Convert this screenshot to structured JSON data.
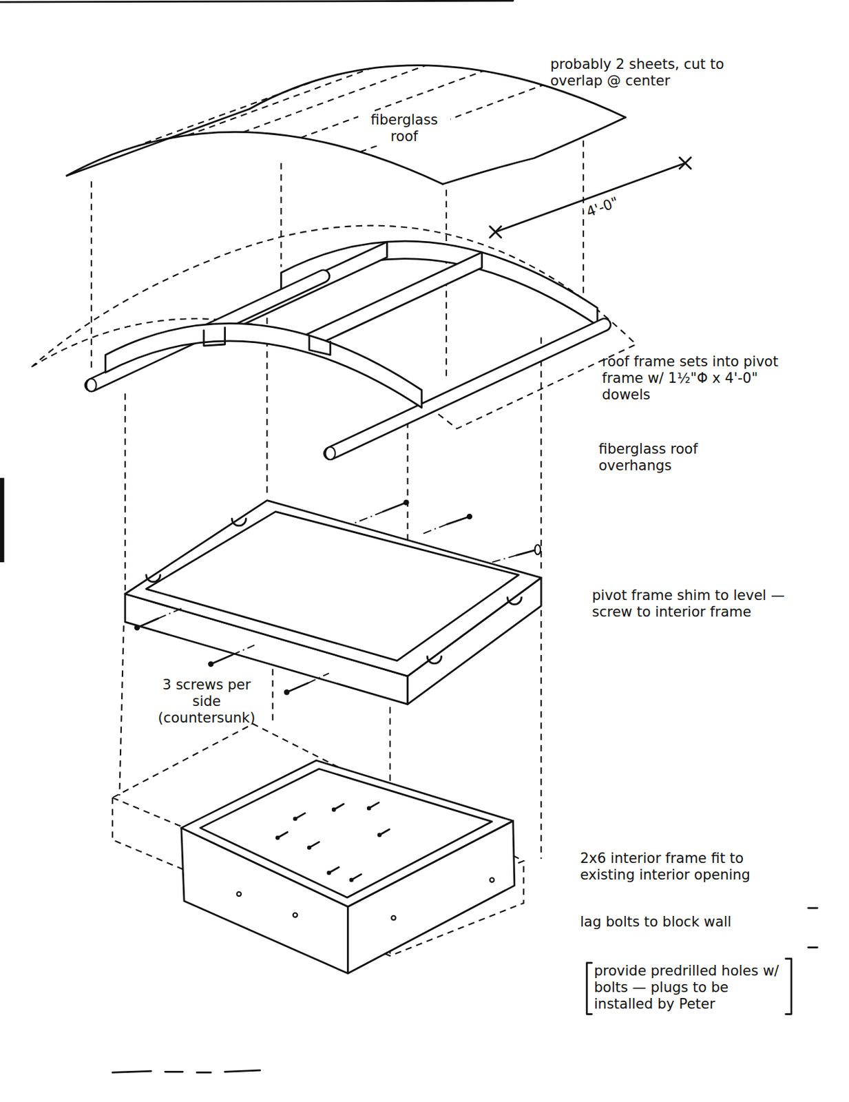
{
  "diagram": {
    "labels": [
      "probably 2 sheets, cut to overlap @ center",
      "fiberglass roof",
      "4'-0\"",
      "roof frame sets into pivot frame w/ 1½\"Φ x 4'-0\" dowels",
      "fiberglass roof overhangs",
      "pivot frame shim to level — screw to interior frame",
      "3 screws per side (countersunk)",
      "2x6 interior frame fit to existing interior opening",
      "lag bolts to block wall",
      "provide predrilled holes w/ bolts — plugs to be installed by Peter"
    ]
  }
}
